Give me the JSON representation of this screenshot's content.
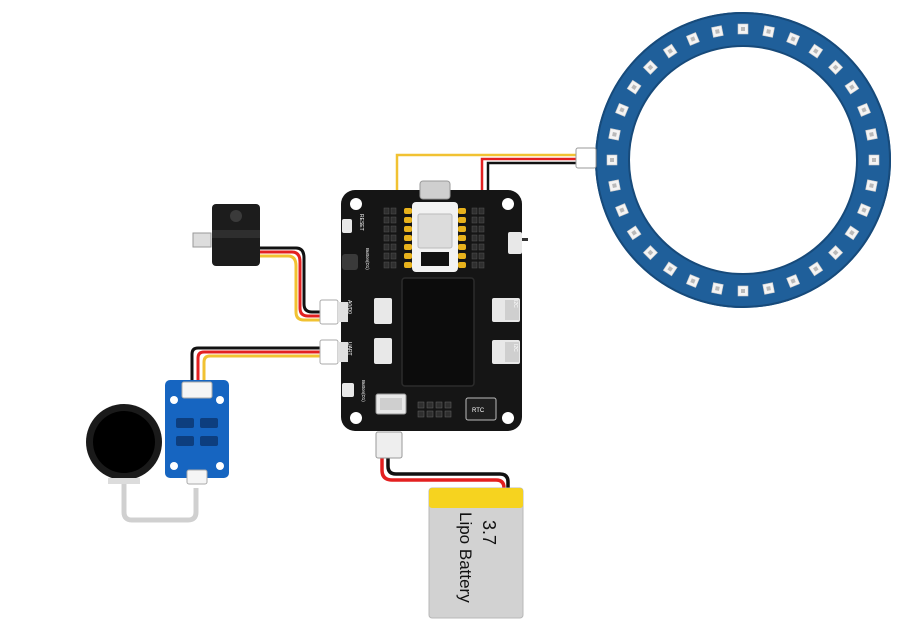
{
  "board": {
    "reset_label": "RESET",
    "button_top_label": "Button(D1)",
    "button_bottom_label": "Button(D1)",
    "port_a0_label": "A0/D0",
    "port_uart_label": "UART",
    "port_i2c_top_label": "I2C",
    "port_i2c_bottom_label": "I2C",
    "rtc_label": "RTC"
  },
  "battery": {
    "voltage": "3.7",
    "name": "Lipo Battery"
  },
  "colors": {
    "board": "#151515",
    "ring_pcb": "#1f5f9a",
    "battery_cap": "#f6d31f",
    "battery_body": "#d2d2d2",
    "grove_module": "#1665c1",
    "wire_yellow": "#f1c232",
    "wire_red": "#e32020",
    "wire_black": "#111111",
    "wire_white": "#dcdcdc"
  }
}
